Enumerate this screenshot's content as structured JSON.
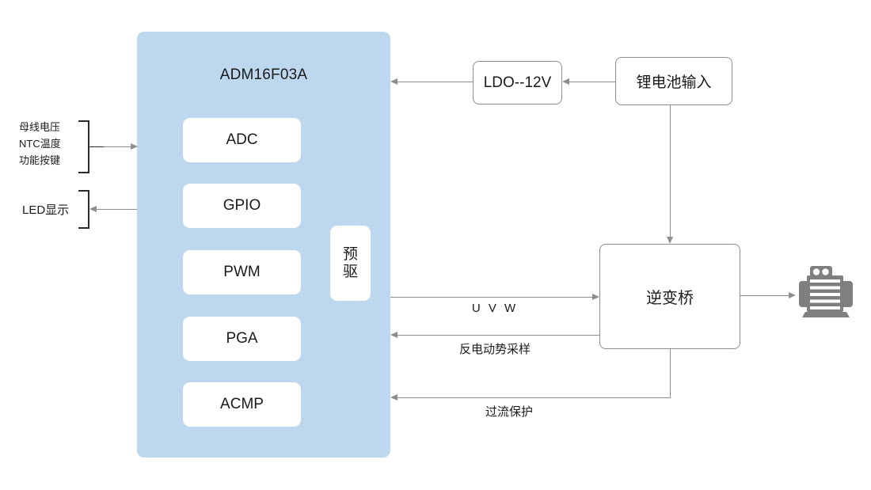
{
  "diagram": {
    "title": "ADM16F03A motor control block diagram",
    "colors": {
      "panel_fill": "#bdd7ee",
      "block_fill": "#ffffff",
      "line": "#8d8d8d",
      "bracket": "#2b2b2b",
      "icon": "#7f7f7f"
    }
  },
  "mcu": {
    "title": "ADM16F03A",
    "blocks": [
      {
        "label": "ADC"
      },
      {
        "label": "GPIO"
      },
      {
        "label": "PWM"
      },
      {
        "label": "PGA"
      },
      {
        "label": "ACMP"
      }
    ],
    "predriver": {
      "line1": "预",
      "line2": "驱"
    }
  },
  "power": {
    "ldo": "LDO--12V",
    "battery": "锂电池输入"
  },
  "power_stage": {
    "bridge": "逆变桥",
    "motor_icon": "motor-icon"
  },
  "inputs": {
    "group1": {
      "line1": "母线电压",
      "line2": "NTC温度",
      "line3": "功能按键"
    },
    "group2": {
      "line1": "LED显示"
    }
  },
  "edges": {
    "uvw": "U V W",
    "bemf": "反电动势采样",
    "ocp": "过流保护"
  }
}
